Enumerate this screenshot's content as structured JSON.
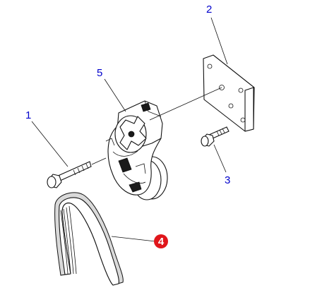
{
  "callouts": [
    {
      "id": "1",
      "label": "1",
      "color": "#0000cc"
    },
    {
      "id": "2",
      "label": "2",
      "color": "#0000cc"
    },
    {
      "id": "3",
      "label": "3",
      "color": "#0000cc"
    },
    {
      "id": "4",
      "label": "4",
      "color": "#ffffff",
      "badge_color": "#e0161b"
    },
    {
      "id": "5",
      "label": "5",
      "color": "#0000cc"
    }
  ],
  "parts": {
    "bolt_long": "long-bolt",
    "bracket": "mounting-bracket",
    "bolt_short": "short-bolt",
    "belt": "v-ribbed-belt",
    "tensioner": "belt-tensioner"
  }
}
